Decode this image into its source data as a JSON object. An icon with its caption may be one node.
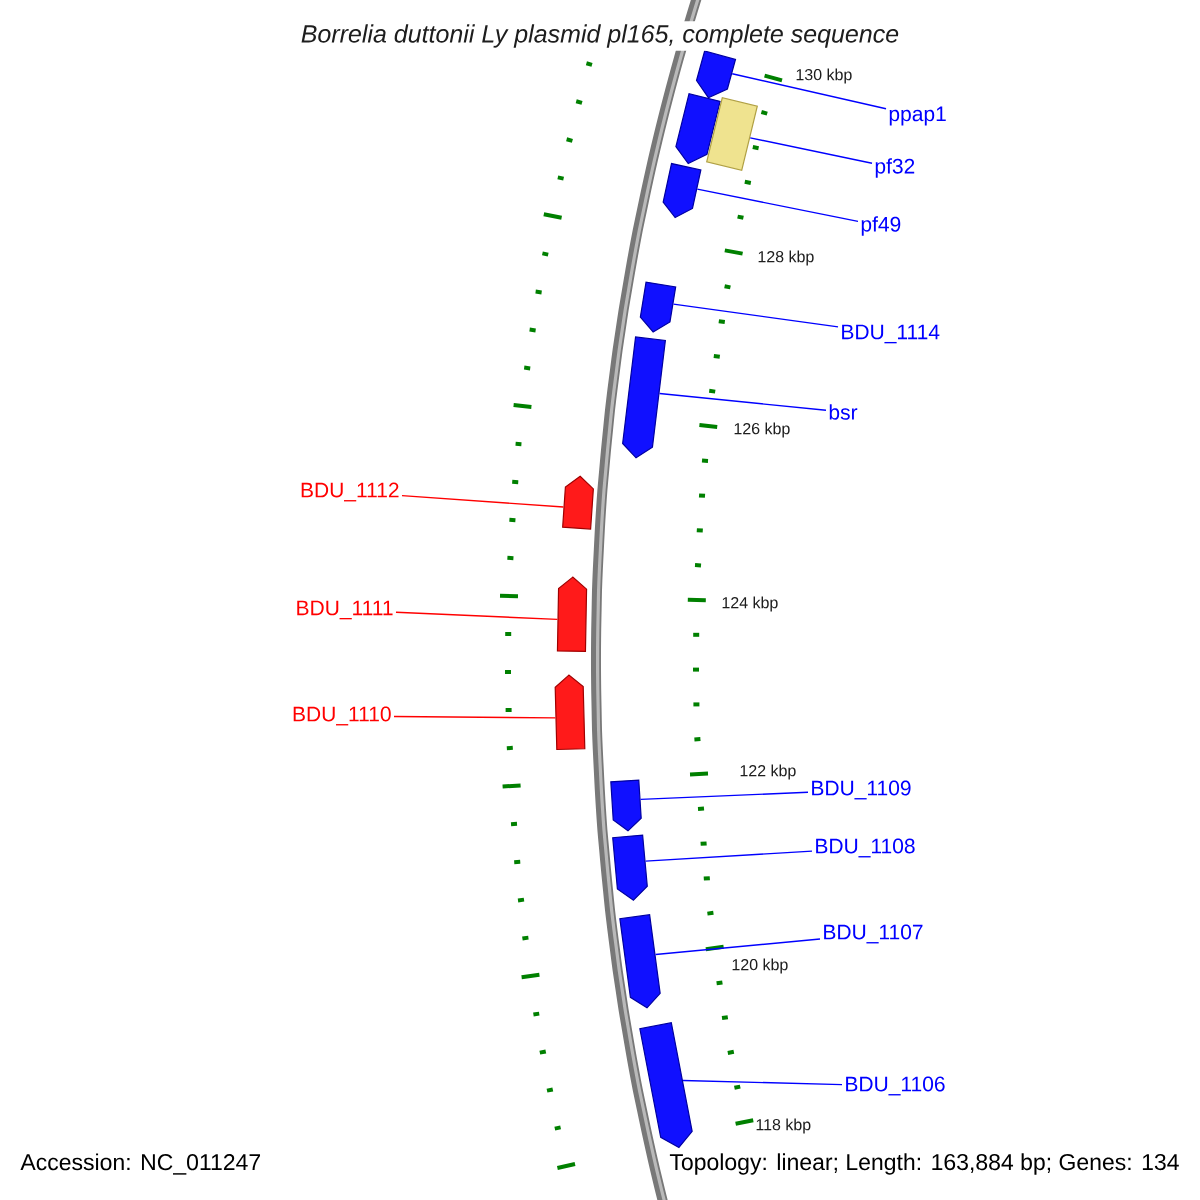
{
  "diagram": {
    "title": "Borrelia duttonii Ly plasmid pl165, complete sequence",
    "nodes": [
      {
        "text": [
          "ppap1"
        ]
      },
      {
        "text": [
          "pf32"
        ]
      },
      {
        "text": [
          "pf49"
        ]
      },
      {
        "text": [
          "BDU_1114"
        ]
      },
      {
        "text": [
          "bsr"
        ]
      },
      {
        "text": [
          "BDU_1112"
        ]
      },
      {
        "text": [
          "BDU_1111"
        ]
      },
      {
        "text": [
          "BDU_1110"
        ]
      },
      {
        "text": [
          "BDU_1109"
        ]
      },
      {
        "text": [
          "BDU_1108"
        ]
      },
      {
        "text": [
          "BDU_1107"
        ]
      },
      {
        "text": [
          "BDU_1106"
        ]
      },
      {
        "text": [],
        "shape": "arrow"
      },
      {
        "text": [],
        "shape": "arrow"
      },
      {
        "text": [],
        "shape": "rectangle"
      },
      {
        "text": [],
        "shape": "arrow"
      },
      {
        "text": [],
        "shape": "arrow"
      },
      {
        "text": [],
        "shape": "arrow"
      },
      {
        "text": [],
        "shape": "arrow"
      },
      {
        "text": [],
        "shape": "arrow"
      },
      {
        "text": [],
        "shape": "arrow"
      },
      {
        "text": [],
        "shape": "arrow"
      },
      {
        "text": [],
        "shape": "arrow"
      },
      {
        "text": [],
        "shape": "arrow"
      },
      {
        "text": [],
        "shape": "arrow"
      }
    ],
    "edges": [
      {
        "from": 0,
        "to": 12,
        "arrow": "none"
      },
      {
        "from": 1,
        "to": 14,
        "arrow": "none"
      },
      {
        "from": 2,
        "to": 15,
        "arrow": "none"
      },
      {
        "from": 3,
        "to": 16,
        "arrow": "none"
      },
      {
        "from": 4,
        "to": 17,
        "arrow": "none"
      },
      {
        "from": 5,
        "to": 18,
        "arrow": "none",
        "color": "#ff0000"
      },
      {
        "from": 6,
        "to": 19,
        "arrow": "none",
        "color": "#ff0000"
      },
      {
        "from": 7,
        "to": 20,
        "arrow": "none",
        "color": "#ff0000"
      },
      {
        "from": 8,
        "to": 21,
        "arrow": "none"
      },
      {
        "from": 9,
        "to": 22,
        "arrow": "none"
      },
      {
        "from": 10,
        "to": 23,
        "arrow": "none"
      },
      {
        "from": 11,
        "to": 24,
        "arrow": "none"
      }
    ],
    "labels": [
      "130 kbp",
      "128 kbp",
      "126 kbp",
      "124 kbp",
      "122 kbp",
      "120 kbp",
      "118 kbp",
      "Accession: NC_011247",
      "Topology: linear; Length: 163,884 bp; Genes: 134"
    ]
  }
}
